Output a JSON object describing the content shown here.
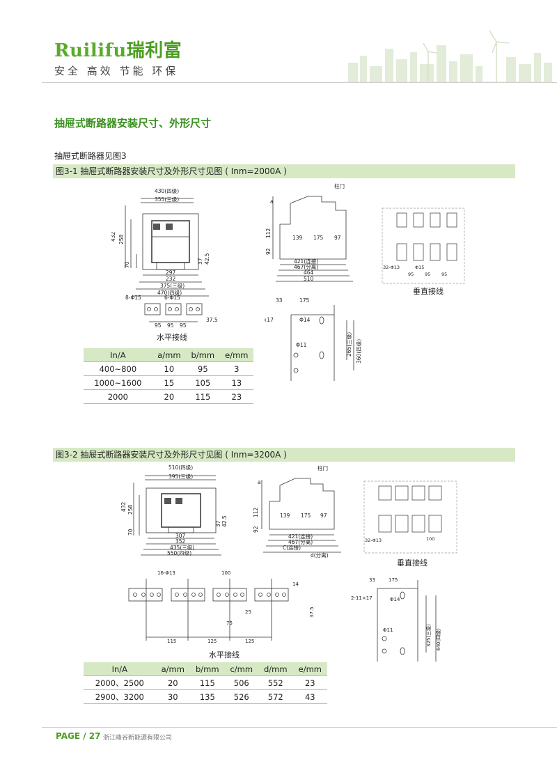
{
  "header": {
    "brand_en": "Ruilifu",
    "brand_cn": "瑞利富",
    "slogan": "安全 高效 节能 环保"
  },
  "section_title": "抽屉式断路器安装尺寸、外形尺寸",
  "intro": "抽屉式断路器见图3",
  "figure1": {
    "caption": "图3-1 抽屉式断路器安装尺寸及外形尺寸见图 ( Inm=2000A )",
    "horizontal_wiring": "水平接线",
    "vertical_wiring": "垂直接线",
    "table": {
      "headers": [
        "In/A",
        "a/mm",
        "b/mm",
        "e/mm"
      ],
      "rows": [
        [
          "400~800",
          "10",
          "95",
          "3"
        ],
        [
          "1000~1600",
          "15",
          "105",
          "13"
        ],
        [
          "2000",
          "20",
          "115",
          "23"
        ]
      ]
    }
  },
  "figure2": {
    "caption": "图3-2 抽屉式断路器安装尺寸及外形尺寸见图 ( Inm=3200A )",
    "horizontal_wiring": "水平接线",
    "vertical_wiring": "垂直接线",
    "table": {
      "headers": [
        "In/A",
        "a/mm",
        "b/mm",
        "c/mm",
        "d/mm",
        "e/mm"
      ],
      "rows": [
        [
          "2000、2500",
          "20",
          "115",
          "506",
          "552",
          "23"
        ],
        [
          "2900、3200",
          "30",
          "135",
          "526",
          "572",
          "43"
        ]
      ]
    }
  },
  "footer": {
    "page": "PAGE / 27",
    "company": "浙江峰谷新能源有限公司"
  }
}
